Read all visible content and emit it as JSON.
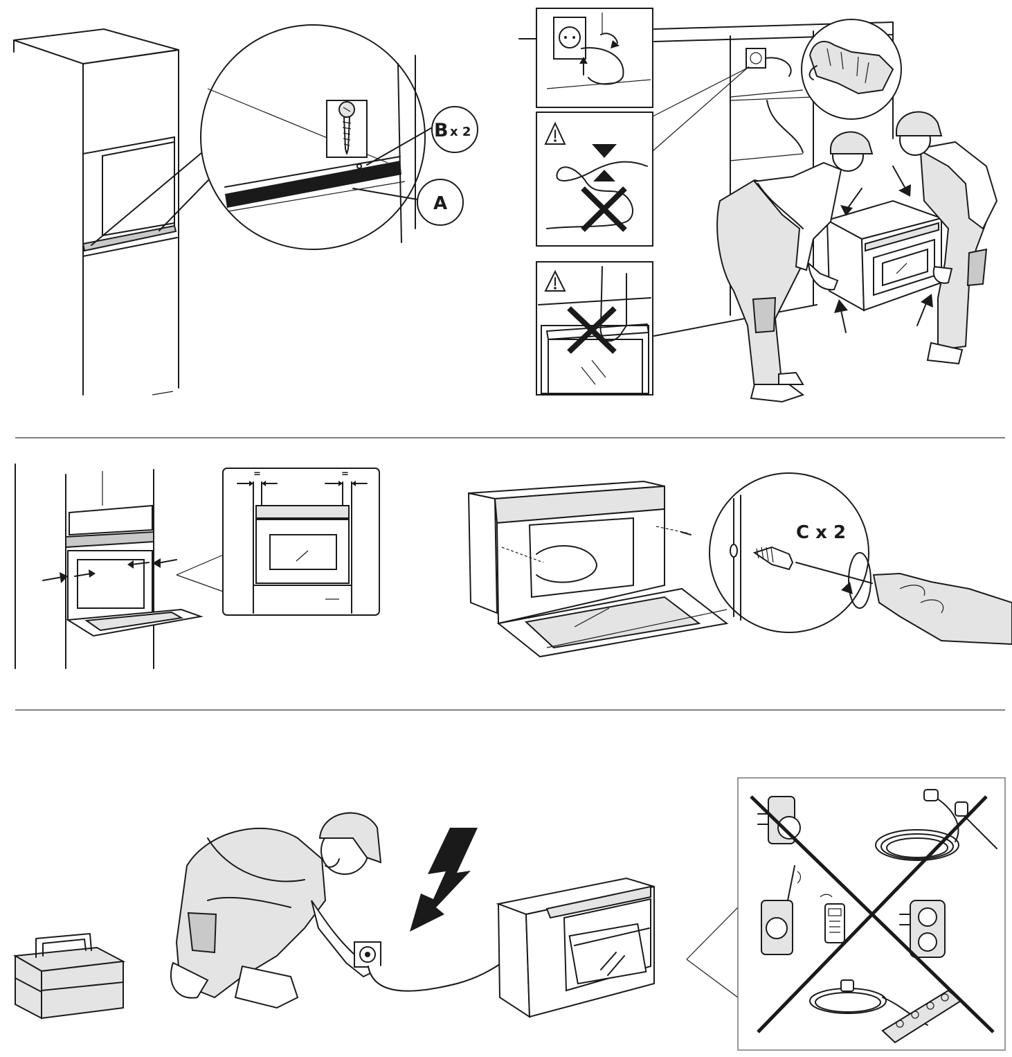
{
  "callouts": {
    "b_letter": "B",
    "b_qty": "x 2",
    "a_letter": "A",
    "c_label": "C x 2",
    "equal_left": "=",
    "equal_right": "="
  },
  "colors": {
    "line": "#1a1a1a",
    "fill_gray": "#c9c9c9",
    "fill_light": "#e4e4e4",
    "divider": "#555555"
  },
  "icons": {
    "warning": "warning-triangle-icon",
    "prohibited": "cross-x-icon",
    "electricity": "lightning-bolt-icon"
  }
}
